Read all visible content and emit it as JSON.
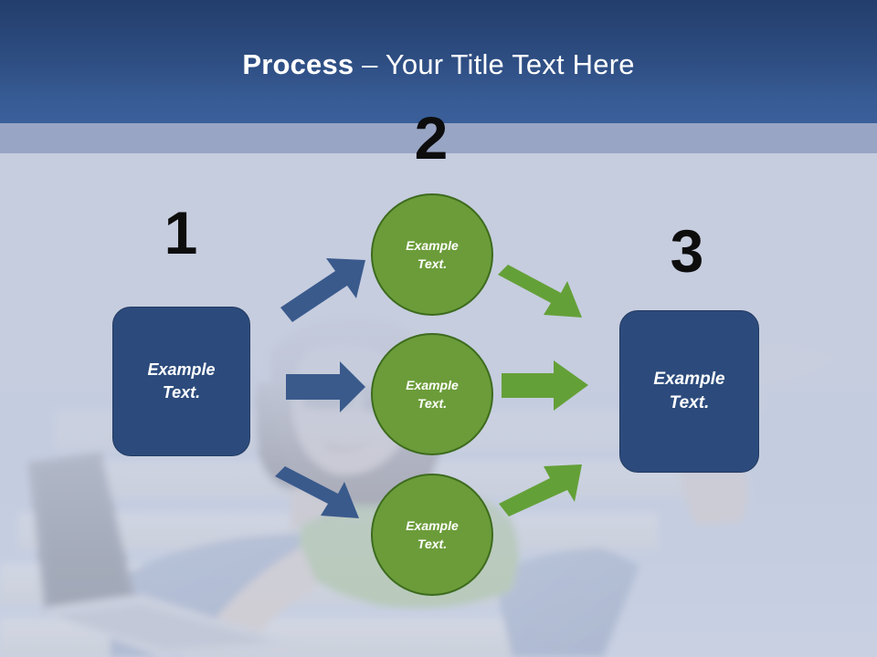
{
  "slide": {
    "background_color": "#c6cddf",
    "header": {
      "gradient_from": "#233e6c",
      "gradient_to": "#3a5f9a",
      "band_color": "#99a5c4",
      "title_bold": "Process",
      "title_regular": " – Your Title Text Here",
      "title_color": "#ffffff"
    }
  },
  "steps": {
    "numbers": [
      {
        "label": "1",
        "color": "#0d0d0d"
      },
      {
        "label": "2",
        "color": "#0d0d0d"
      },
      {
        "label": "3",
        "color": "#0d0d0d"
      }
    ]
  },
  "nodes": {
    "input_box": {
      "line1": "Example",
      "line2": "Text.",
      "fill": "#2c4b7c",
      "text_color": "#ffffff"
    },
    "output_box": {
      "line1": "Example",
      "line2": "Text.",
      "fill": "#2c4b7c",
      "text_color": "#ffffff"
    },
    "circles": [
      {
        "line1": "Example",
        "line2": "Text.",
        "fill": "#6b9c39",
        "stroke": "#3d6b1e"
      },
      {
        "line1": "Example",
        "line2": "Text.",
        "fill": "#6b9c39",
        "stroke": "#3d6b1e"
      },
      {
        "line1": "Example",
        "line2": "Text.",
        "fill": "#6b9c39",
        "stroke": "#3d6b1e"
      }
    ]
  },
  "arrows": {
    "blue_color": "#3a5a8c",
    "green_color": "#64a038",
    "items": [
      {
        "name": "arrow-in-top",
        "direction": "up-right",
        "color": "#3a5a8c"
      },
      {
        "name": "arrow-in-middle",
        "direction": "right",
        "color": "#3a5a8c"
      },
      {
        "name": "arrow-in-bottom",
        "direction": "down-right",
        "color": "#3a5a8c"
      },
      {
        "name": "arrow-out-top",
        "direction": "down-right",
        "color": "#64a038"
      },
      {
        "name": "arrow-out-middle",
        "direction": "right",
        "color": "#64a038"
      },
      {
        "name": "arrow-out-bottom",
        "direction": "up-right",
        "color": "#64a038"
      }
    ]
  },
  "photo": {
    "description": "woman lying on a park bench using a laptop, bare feet up",
    "opacity": "0.30"
  }
}
